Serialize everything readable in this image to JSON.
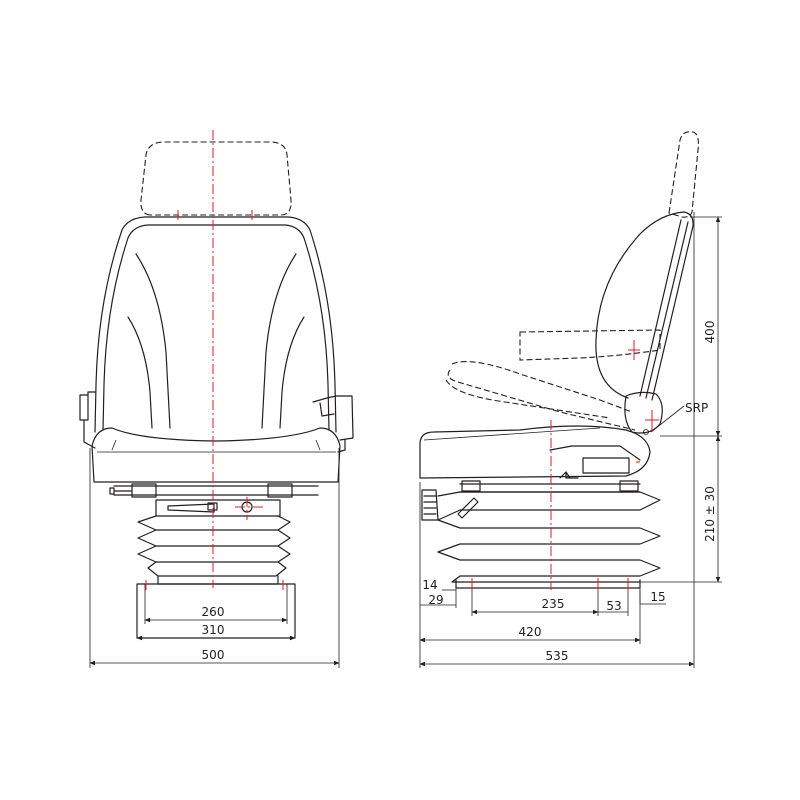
{
  "colors": {
    "line": "#231f20",
    "centerline": "#e21b23",
    "background": "#ffffff"
  },
  "front_view": {
    "dimensions": {
      "d_260": "260",
      "d_310": "310",
      "d_500": "500"
    }
  },
  "side_view": {
    "labels": {
      "srp": "SRP"
    },
    "dimensions": {
      "d_400": "400",
      "d_210": "210 ± 30",
      "d_14": "14",
      "d_29": "29",
      "d_235": "235",
      "d_53": "53",
      "d_15": "15",
      "d_420": "420",
      "d_535": "535"
    }
  }
}
